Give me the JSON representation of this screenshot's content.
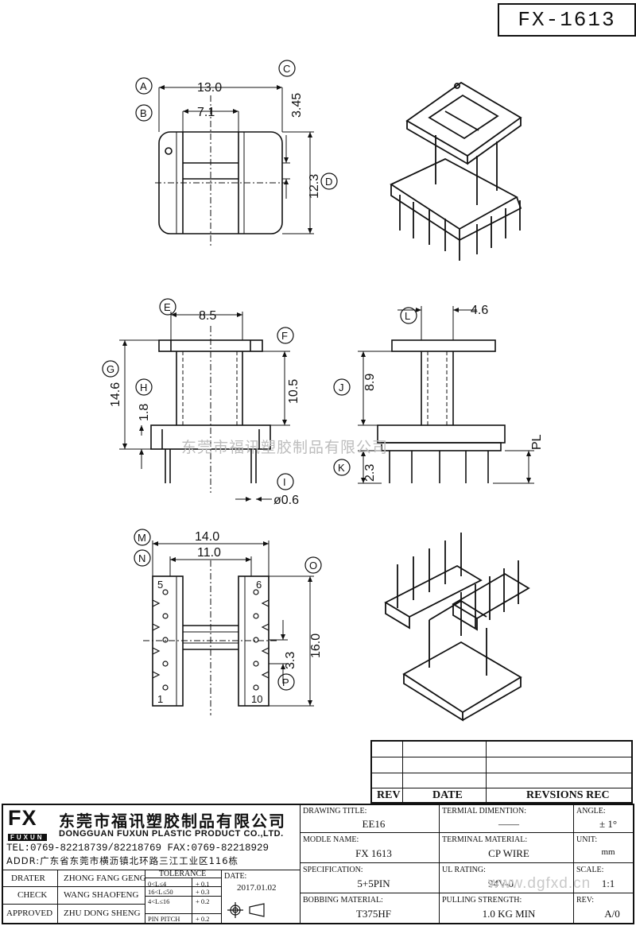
{
  "part_number": "FX-1613",
  "watermark": {
    "chinese": "东莞市福讯塑胶制品有限公司",
    "url": "www.dgfxd.cn"
  },
  "top_view": {
    "dims": {
      "a": "13.0",
      "b": "7.1",
      "c": "3.45",
      "d": "12.3"
    },
    "labels": {
      "a": "A",
      "b": "B",
      "c": "C",
      "d": "D"
    }
  },
  "front_view": {
    "dims": {
      "e": "8.5",
      "g": "14.6",
      "h": "1.8",
      "f": "10.5",
      "i": "ø0.6"
    },
    "labels": {
      "e": "E",
      "f": "F",
      "g": "G",
      "h": "H",
      "i": "I"
    }
  },
  "side_view": {
    "dims": {
      "l": "4.6",
      "j": "8.9",
      "k": "2.3",
      "pl": "PL"
    },
    "labels": {
      "l": "L",
      "j": "J",
      "k": "K"
    }
  },
  "bottom_view": {
    "dims": {
      "m": "14.0",
      "n": "11.0",
      "o": "16.0",
      "p": "3.3"
    },
    "labels": {
      "m": "M",
      "n": "N",
      "o": "O",
      "p": "P"
    },
    "pins": {
      "p5": "5",
      "p1": "1",
      "p6": "6",
      "p10": "10"
    }
  },
  "revision_table": {
    "rev": "REV",
    "date": "DATE",
    "revisions": "REVSIONS REC"
  },
  "company": {
    "logo": "FX",
    "logo_sub": "FUXUN",
    "name_cn": "东莞市福讯塑胶制品有限公司",
    "name_en": "DONGGUAN FUXUN PLASTIC PRODUCT CO.,LTD.",
    "tel": "TEL:0769-82218739/82218769 FAX:0769-82218929",
    "address": "ADDR:广东省东莞市横沥镇北环路三江工业区116栋"
  },
  "signoff": [
    {
      "role": "DRATER",
      "name": "ZHONG FANG GENG"
    },
    {
      "role": "CHECK",
      "name": "WANG SHAOFENG"
    },
    {
      "role": "APPROVED",
      "name": "ZHU DONG SHENG"
    }
  ],
  "tolerance": {
    "title": "TOLERANCE",
    "rows": [
      {
        "range": "0<L≤4",
        "value": "+ 0.1"
      },
      {
        "range": "4<L≤16",
        "value": "+ 0.2"
      },
      {
        "range": "16<L≤50",
        "value": "+ 0.3"
      },
      {
        "range": "PIN PITCH",
        "value": "+ 0.2"
      }
    ]
  },
  "date": {
    "label": "DATE:",
    "value": "2017.01.02"
  },
  "fields": {
    "drawing_title": {
      "label": "DRAWING TITLE:",
      "value": "EE16"
    },
    "model_name": {
      "label": "MODLE NAME:",
      "value": "FX 1613"
    },
    "specification": {
      "label": "SPECIFICATION:",
      "value": "5+5PIN"
    },
    "bobbing_material": {
      "label": "BOBBING MATERIAL:",
      "value": "T375HF"
    },
    "terminal_dimention": {
      "label": "TERMIAL DIMENTION:",
      "value": "——"
    },
    "terminal_material": {
      "label": "TERMINAL MATERIAL:",
      "value": "CP WIRE"
    },
    "ul_rating": {
      "label": "UL RATING:",
      "value": "94V-0"
    },
    "pulling_strength": {
      "label": "PULLING STRENGTH:",
      "value": "1.0 KG MIN"
    },
    "angle": {
      "label": "ANGLE:",
      "value": "± 1°"
    },
    "unit": {
      "label": "UNIT:",
      "value": "mm"
    },
    "scale": {
      "label": "SCALE:",
      "value": "1:1"
    },
    "rev": {
      "label": "REV:",
      "value": "A/0"
    }
  }
}
